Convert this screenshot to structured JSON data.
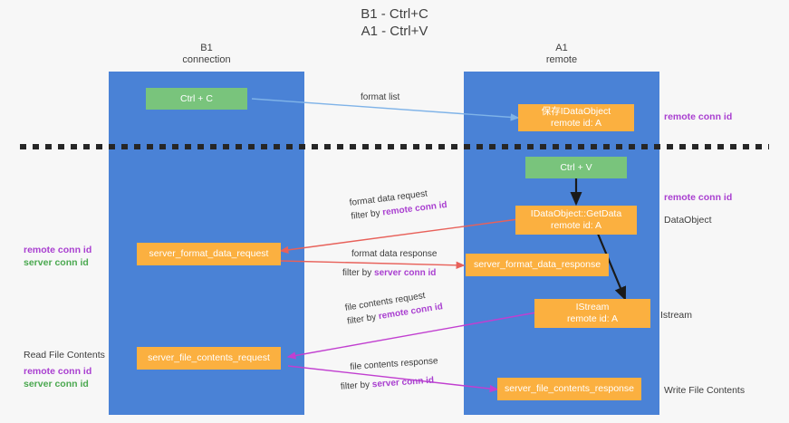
{
  "title": "B1 - Ctrl+C\nA1 - Ctrl+V",
  "columns": [
    {
      "name": "b1",
      "label": "B1\nconnection"
    },
    {
      "name": "a1",
      "label": "A1\nremote"
    }
  ],
  "colors": {
    "lane": "#4a82d6",
    "green_node": "#79c47c",
    "orange_node": "#fbb040",
    "purple_text": "#a93fd0",
    "green_text": "#4aa84f",
    "blue_arrow": "#7fb3e8",
    "red_arrow": "#e8615a",
    "magenta_arrow": "#c13fd0",
    "black_arrow": "#1a1a1a",
    "background": "#f7f7f7"
  },
  "nodes": [
    {
      "id": "ctrl-c",
      "label": "Ctrl + C",
      "style": "green"
    },
    {
      "id": "save-idataobject",
      "label": "保存IDataObject\nremote id: A",
      "style": "orange"
    },
    {
      "id": "ctrl-v",
      "label": "Ctrl + V",
      "style": "green"
    },
    {
      "id": "idataobject-getdata",
      "label": "IDataObject::GetData\nremote id: A",
      "style": "orange"
    },
    {
      "id": "server-format-data-request",
      "label": "server_format_data_request",
      "style": "orange"
    },
    {
      "id": "server-format-data-response",
      "label": "server_format_data_response",
      "style": "orange"
    },
    {
      "id": "istream",
      "label": "IStream\nremote id: A",
      "style": "orange"
    },
    {
      "id": "server-file-contents-request",
      "label": "server_file_contents_request",
      "style": "orange"
    },
    {
      "id": "server-file-contents-response",
      "label": "server_file_contents_response",
      "style": "orange"
    }
  ],
  "edge_labels": {
    "format_list": "format list",
    "format_data_request": "format data request",
    "format_data_request_filter_prefix": "filter by ",
    "format_data_request_filter_key": "remote conn id",
    "format_data_response": "format data response",
    "format_data_response_filter_prefix": "filter by ",
    "format_data_response_filter_key": "server conn id",
    "file_contents_request": "file contents request",
    "file_contents_request_filter_prefix": "filter by ",
    "file_contents_request_filter_key": "remote conn id",
    "file_contents_response": "file contents response",
    "file_contents_response_filter_prefix": "filter by ",
    "file_contents_response_filter_key": "server conn id"
  },
  "annotations": {
    "right_remote_conn_id_top": "remote conn id",
    "right_remote_conn_id_mid": "remote conn id",
    "right_dataobject": "DataObject",
    "right_istream": "Istream",
    "right_write_file_contents": "Write File Contents",
    "left_remote_conn_id_mid": "remote conn id",
    "left_server_conn_id_mid": "server conn id",
    "left_read_file_contents": "Read File Contents",
    "left_remote_conn_id_bottom": "remote conn id",
    "left_server_conn_id_bottom": "server conn id"
  }
}
